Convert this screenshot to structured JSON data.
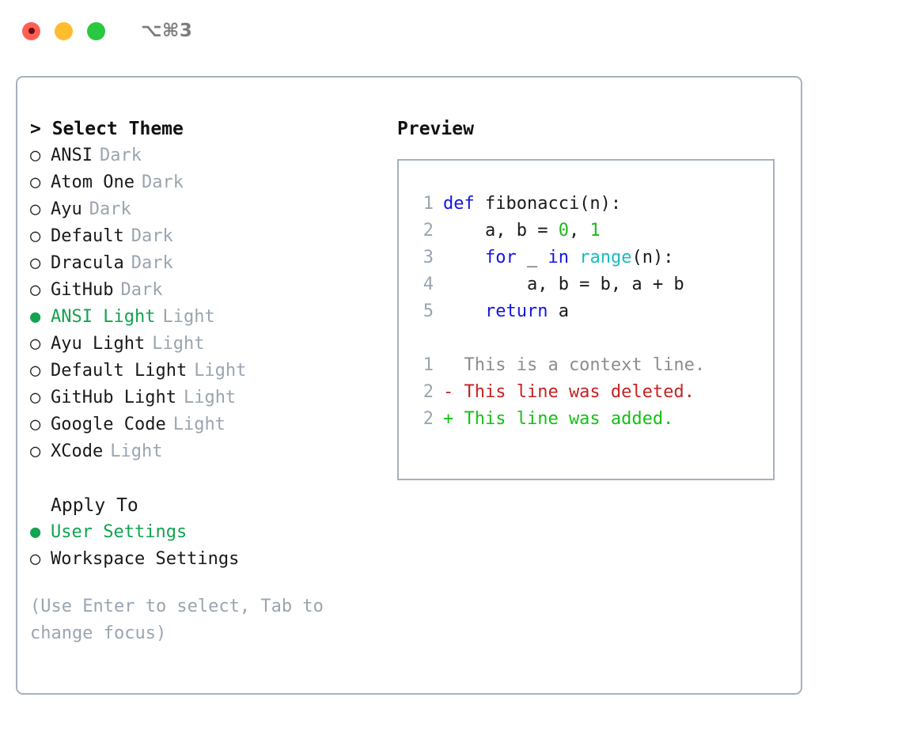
{
  "window": {
    "title": "⌥⌘3",
    "traffic_lights": [
      "close-red",
      "minimize-yellow",
      "maximize-green"
    ]
  },
  "theme_picker": {
    "header": "> Select Theme",
    "options": [
      {
        "marker": "○",
        "label": "ANSI",
        "tag": "Dark",
        "selected": false
      },
      {
        "marker": "○",
        "label": "Atom One",
        "tag": "Dark",
        "selected": false
      },
      {
        "marker": "○",
        "label": "Ayu",
        "tag": "Dark",
        "selected": false
      },
      {
        "marker": "○",
        "label": "Default",
        "tag": "Dark",
        "selected": false
      },
      {
        "marker": "○",
        "label": "Dracula",
        "tag": "Dark",
        "selected": false
      },
      {
        "marker": "○",
        "label": "GitHub",
        "tag": "Dark",
        "selected": false
      },
      {
        "marker": "●",
        "label": "ANSI Light",
        "tag": "Light",
        "selected": true
      },
      {
        "marker": "○",
        "label": "Ayu Light",
        "tag": "Light",
        "selected": false
      },
      {
        "marker": "○",
        "label": "Default Light",
        "tag": "Light",
        "selected": false
      },
      {
        "marker": "○",
        "label": "GitHub Light",
        "tag": "Light",
        "selected": false
      },
      {
        "marker": "○",
        "label": "Google Code",
        "tag": "Light",
        "selected": false
      },
      {
        "marker": "○",
        "label": "XCode",
        "tag": "Light",
        "selected": false
      }
    ]
  },
  "apply_to": {
    "header": "Apply To",
    "options": [
      {
        "marker": "●",
        "label": "User Settings",
        "selected": true
      },
      {
        "marker": "○",
        "label": "Workspace Settings",
        "selected": false
      }
    ]
  },
  "hint": "(Use Enter to select, Tab to change focus)",
  "preview": {
    "header": "Preview",
    "code_lines": [
      {
        "no": "1",
        "tokens": [
          {
            "t": "def ",
            "c": "kw"
          },
          {
            "t": "fibonacci(n):",
            "c": "plain"
          }
        ]
      },
      {
        "no": "2",
        "tokens": [
          {
            "t": "    a, b = ",
            "c": "plain"
          },
          {
            "t": "0",
            "c": "num"
          },
          {
            "t": ", ",
            "c": "plain"
          },
          {
            "t": "1",
            "c": "num"
          }
        ]
      },
      {
        "no": "3",
        "tokens": [
          {
            "t": "    ",
            "c": "plain"
          },
          {
            "t": "for",
            "c": "kw"
          },
          {
            "t": " _ ",
            "c": "plain"
          },
          {
            "t": "in",
            "c": "kw"
          },
          {
            "t": " ",
            "c": "plain"
          },
          {
            "t": "range",
            "c": "fn"
          },
          {
            "t": "(n):",
            "c": "plain"
          }
        ]
      },
      {
        "no": "4",
        "tokens": [
          {
            "t": "        a, b = b, a + b",
            "c": "plain"
          }
        ]
      },
      {
        "no": "5",
        "tokens": [
          {
            "t": "    ",
            "c": "plain"
          },
          {
            "t": "return",
            "c": "kw"
          },
          {
            "t": " a",
            "c": "plain"
          }
        ]
      }
    ],
    "diff_lines": [
      {
        "no": "1",
        "text": "  This is a context line.",
        "kind": "ctx"
      },
      {
        "no": "2",
        "text": "- This line was deleted.",
        "kind": "del"
      },
      {
        "no": "2",
        "text": "+ This line was added.",
        "kind": "add"
      }
    ]
  },
  "colors": {
    "accent_green": "#12a350",
    "muted_gray": "#9aa5b1",
    "border": "#a7b1bf",
    "keyword_blue": "#1515e0",
    "function_cyan": "#18bcbc",
    "number_green": "#1bb91b",
    "diff_delete_red": "#c62222",
    "diff_add_green": "#14c014",
    "background": "#ffffff"
  }
}
